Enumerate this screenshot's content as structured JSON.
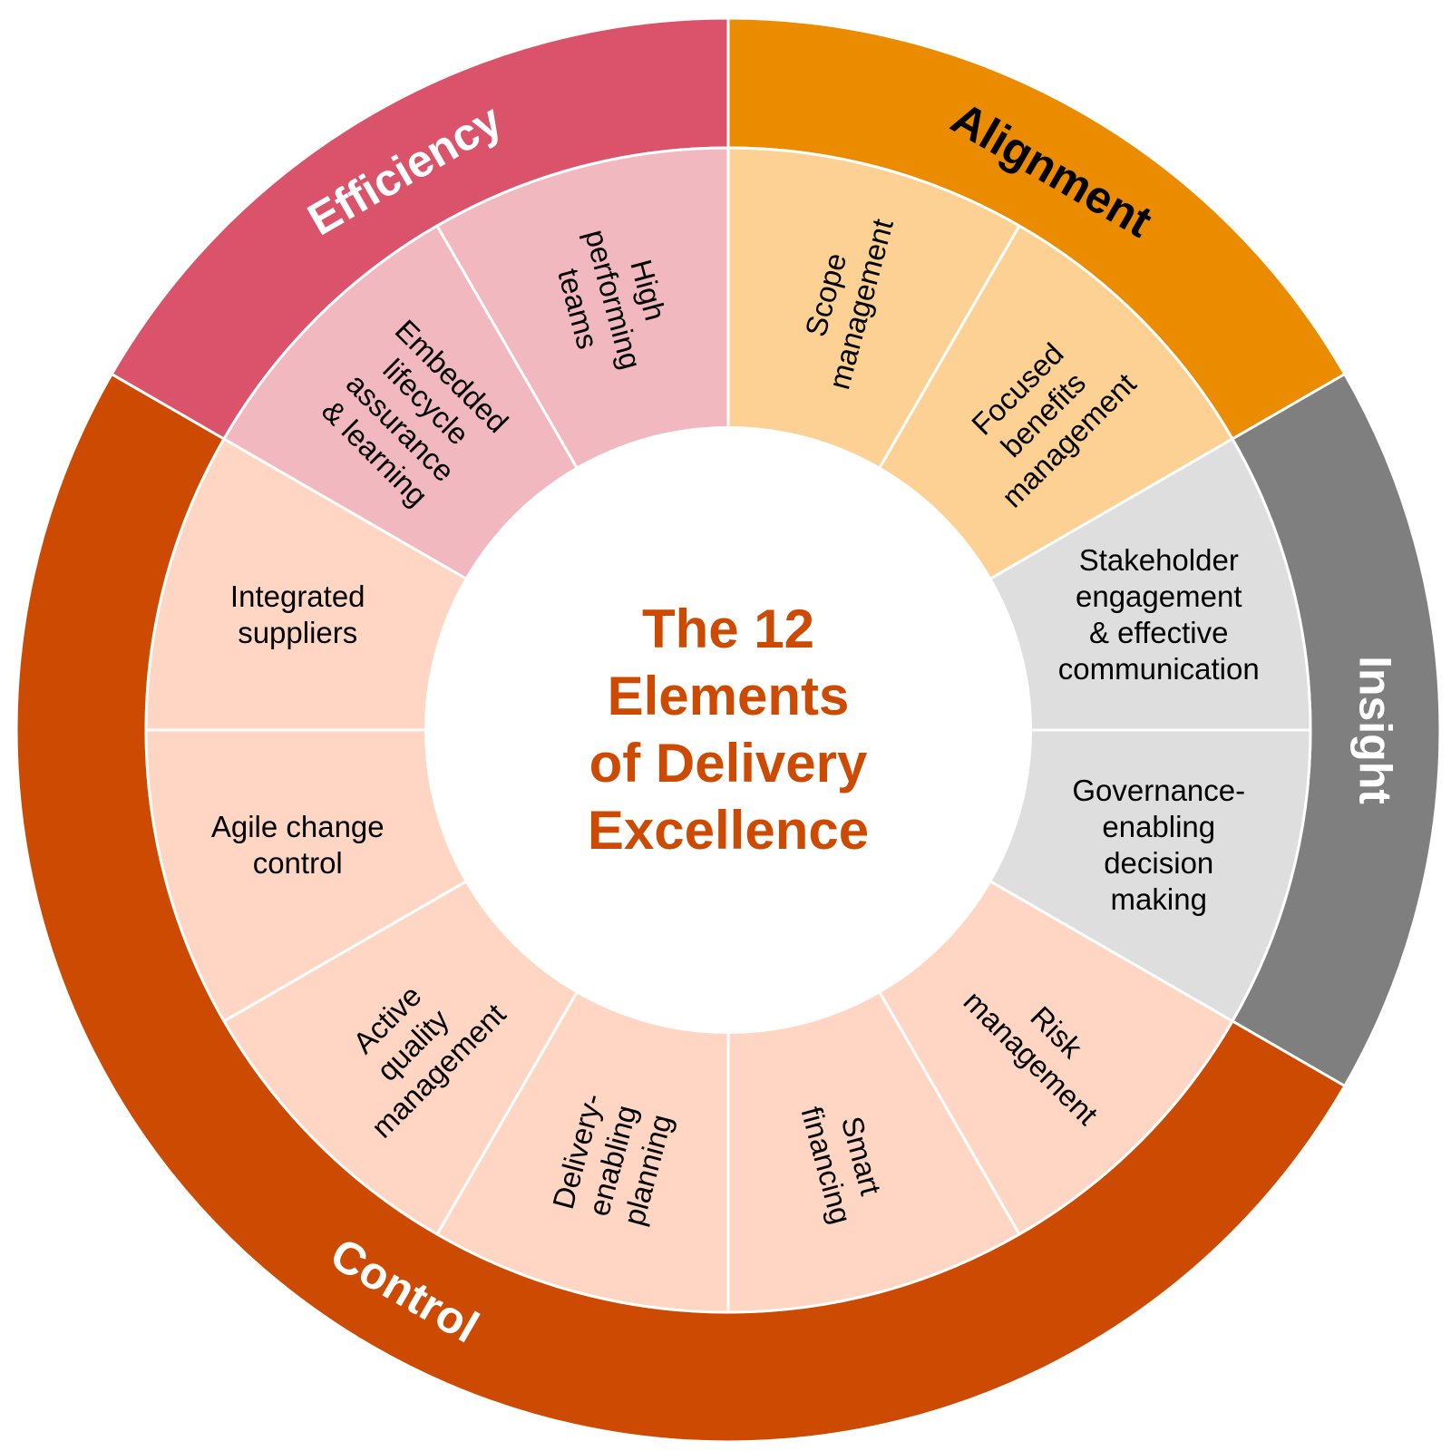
{
  "title": {
    "lines": [
      "The 12",
      "Elements",
      "of Delivery",
      "Excellence"
    ],
    "color": "#cc4a02"
  },
  "categories": [
    {
      "name": "Alignment",
      "color": "#ea8b00",
      "text_color": "#000000",
      "from_segment": 0,
      "to_segment": 2
    },
    {
      "name": "Insight",
      "color": "#7f7f7f",
      "text_color": "#ffffff",
      "from_segment": 2,
      "to_segment": 4
    },
    {
      "name": "Control",
      "color": "#cc4a02",
      "text_color": "#ffffff",
      "from_segment": 4,
      "to_segment": 10
    },
    {
      "name": "Efficiency",
      "color": "#db536a",
      "text_color": "#ffffff",
      "from_segment": 10,
      "to_segment": 12
    }
  ],
  "elements": [
    {
      "lines": [
        "Scope",
        "management"
      ],
      "category": "Alignment",
      "color": "#fdd194"
    },
    {
      "lines": [
        "Focused",
        "benefits",
        "management"
      ],
      "category": "Alignment",
      "color": "#fdd194"
    },
    {
      "lines": [
        "Stakeholder",
        "engagement",
        "& effective",
        "communication"
      ],
      "category": "Insight",
      "color": "#dedede"
    },
    {
      "lines": [
        "Governance-",
        "enabling",
        "decision",
        "making"
      ],
      "category": "Insight",
      "color": "#dedede"
    },
    {
      "lines": [
        "Risk",
        "management"
      ],
      "category": "Control",
      "color": "#fed6c3"
    },
    {
      "lines": [
        "Smart",
        "financing"
      ],
      "category": "Control",
      "color": "#fed6c3"
    },
    {
      "lines": [
        "Delivery-",
        "enabling",
        "planning"
      ],
      "category": "Control",
      "color": "#fed6c3"
    },
    {
      "lines": [
        "Active",
        "quality",
        "management"
      ],
      "category": "Control",
      "color": "#fed6c3"
    },
    {
      "lines": [
        "Agile change",
        "control"
      ],
      "category": "Control",
      "color": "#fed6c3"
    },
    {
      "lines": [
        "Integrated",
        "suppliers"
      ],
      "category": "Control",
      "color": "#fed6c3"
    },
    {
      "lines": [
        "Embedded",
        "lifecycle",
        "assurance",
        "& learning"
      ],
      "category": "Efficiency",
      "color": "#f2b8c0"
    },
    {
      "lines": [
        "High",
        "performing",
        "teams"
      ],
      "category": "Efficiency",
      "color": "#f2b8c0"
    }
  ]
}
